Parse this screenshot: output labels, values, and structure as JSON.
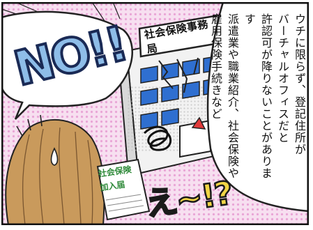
{
  "panel": {
    "building_sign": "社会保険事務局",
    "narration_lines": [
      "ウチに限らず、登記住所が",
      "バーチャルオフィスだと",
      "許認可が降りないことがあります",
      "派遣業や職業紹介、社会保険や",
      "雇用保険手続きなど"
    ],
    "document_label_lines": [
      "社会保険",
      "加入届"
    ],
    "sfx_no": "NO!!",
    "sfx_surprise": "え~!?"
  },
  "colors": {
    "background_pink": "#f7dff0",
    "no_fill": "#8ebde8",
    "surprise_fill": "#f1d545",
    "hair": "#c99a5c",
    "document_text": "#2f8a3a",
    "window_blue": "#2f6fd0",
    "warning_red": "#e23a3a"
  }
}
